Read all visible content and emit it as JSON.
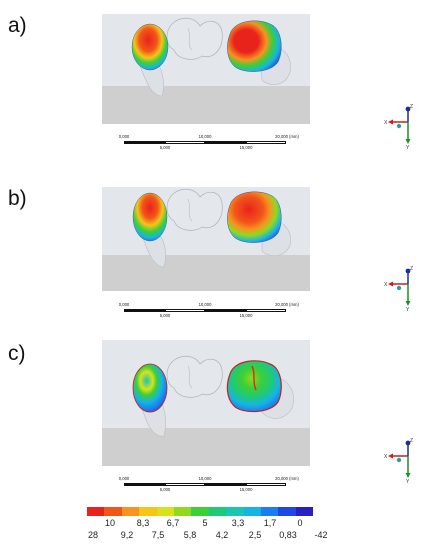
{
  "panels": [
    {
      "label": "a)",
      "scale": {
        "top": [
          "0,000",
          "10,000",
          "20,000 (mm)"
        ],
        "bottom": [
          "5,000",
          "15,000"
        ]
      },
      "axes": {
        "x": "X",
        "y": "Y",
        "z": "Z"
      }
    },
    {
      "label": "b)",
      "scale": {
        "top": [
          "0,000",
          "10,000",
          "20,000 (mm)"
        ],
        "bottom": [
          "5,000",
          "15,000"
        ]
      },
      "axes": {
        "x": "X",
        "y": "Y",
        "z": "Z"
      }
    },
    {
      "label": "c)",
      "scale": {
        "top": [
          "0,000",
          "10,000",
          "20,000 (mm)"
        ],
        "bottom": [
          "5,000",
          "15,000"
        ]
      },
      "axes": {
        "x": "X",
        "y": "Y",
        "z": "Z"
      }
    }
  ],
  "legend": {
    "top_labels": [
      "10",
      "8,3",
      "6,7",
      "5",
      "3,3",
      "1,7",
      "0"
    ],
    "bottom_labels": [
      "28",
      "9,2",
      "7,5",
      "5,8",
      "4,2",
      "2,5",
      "0,83",
      "-42"
    ],
    "colors": [
      "#e8231c",
      "#f2551a",
      "#f79320",
      "#f5c518",
      "#d7e21c",
      "#8fd91f",
      "#3ccf37",
      "#1ec97a",
      "#19c6b5",
      "#17b4e3",
      "#1a7ef0",
      "#1f46e6",
      "#2a1fc4"
    ]
  }
}
